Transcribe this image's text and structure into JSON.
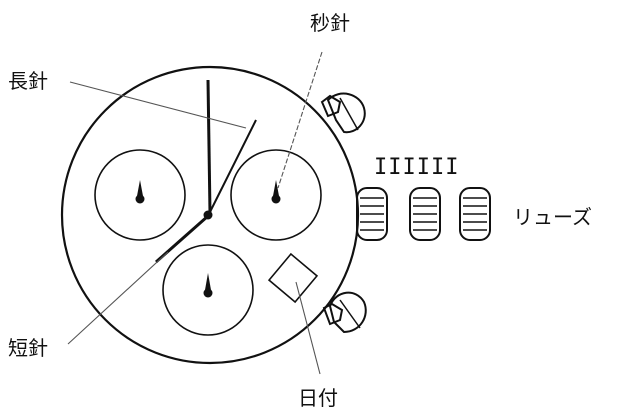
{
  "labels": {
    "second_hand": "秒針",
    "minute_hand": "長針",
    "hour_hand": "短針",
    "date": "日付",
    "crown": "リューズ",
    "position_marks": "IIIIII"
  },
  "colors": {
    "ink": "#111111",
    "background": "#ffffff"
  }
}
